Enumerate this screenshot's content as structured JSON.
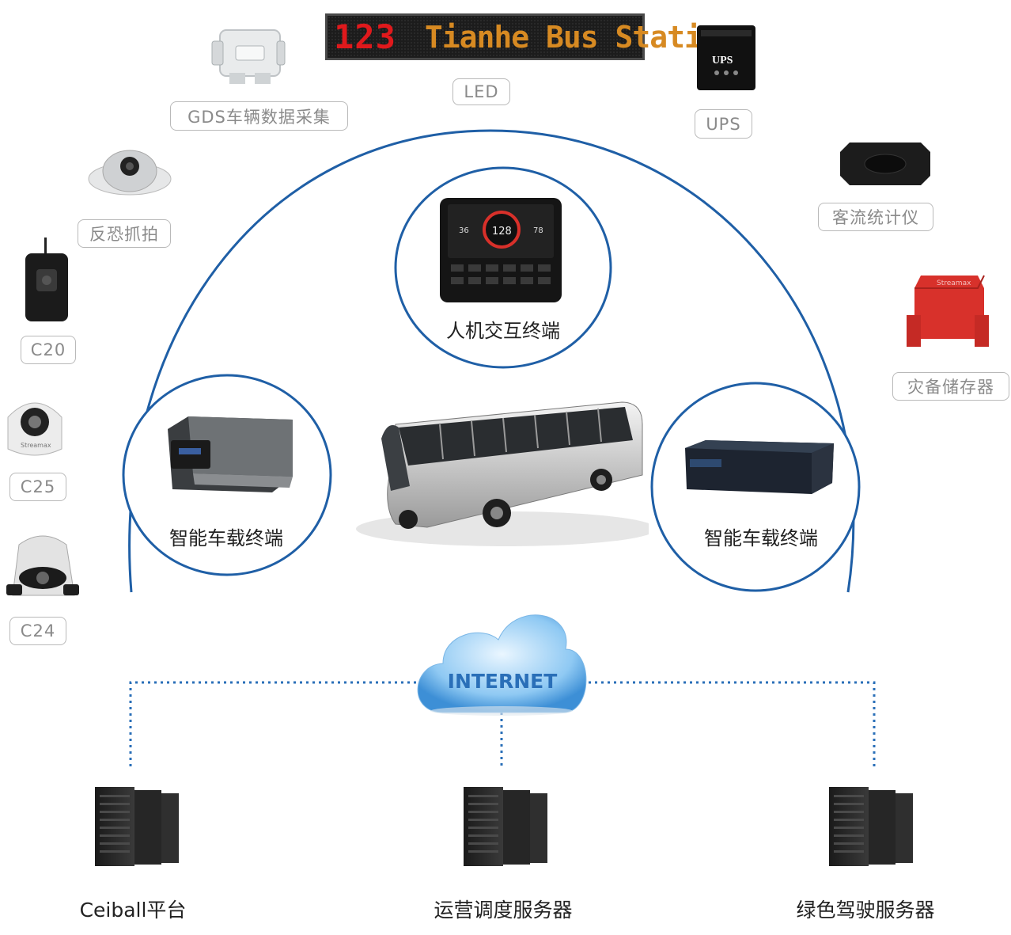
{
  "led_display": {
    "number": "123",
    "text": "Tianhe Bus Station"
  },
  "peripherals": {
    "gds": "GDS车辆数据采集",
    "led": "LED",
    "ups": "UPS",
    "anti_terror": "反恐抓拍",
    "c20": "C20",
    "c25": "C25",
    "c24": "C24",
    "passenger_counter": "客流统计仪",
    "disaster_storage": "灾备储存器"
  },
  "devices": {
    "hmi": "人机交互终端",
    "left_terminal": "智能车载终端",
    "right_terminal": "智能车载终端"
  },
  "cloud": {
    "label": "INTERNET"
  },
  "servers": {
    "ceiball": "Ceiball平台",
    "dispatch": "运营调度服务器",
    "green": "绿色驾驶服务器"
  },
  "device_text": {
    "ups_print": "UPS",
    "brand": "Streamax",
    "screen_value": "128",
    "left_value": "36",
    "right_value": "78"
  },
  "colors": {
    "arc": "#1f5fa6",
    "dotted": "#2a6fb8",
    "cloud": "#5aa8e8"
  }
}
